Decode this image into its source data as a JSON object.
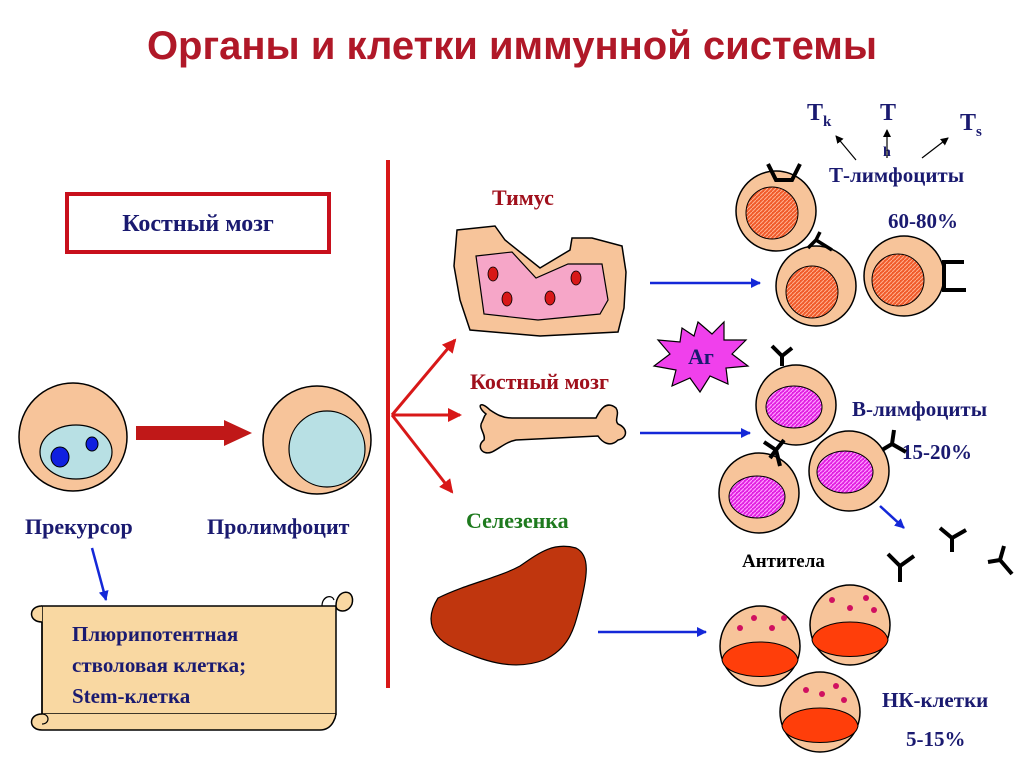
{
  "title": "Органы и клетки иммунной системы",
  "left": {
    "box_label": "Костный мозг",
    "precursor_label": "Прекурсор",
    "prolymphocyte_label": "Пролимфоцит",
    "scroll_lines": [
      "Плюрипотентная",
      "стволовая клетка;",
      "Stem-клетка"
    ]
  },
  "organs": {
    "thymus": "Тимус",
    "bone_marrow": "Костный мозг",
    "spleen": "Селезенка"
  },
  "antigen": "Аг",
  "t_cells": {
    "tk": "T",
    "tk_sub": "k",
    "th": "T",
    "th_sub": "h",
    "ts": "T",
    "ts_sub": "s",
    "label": "Т-лимфоциты",
    "percent": "60-80%"
  },
  "b_cells": {
    "label": "В-лимфоциты",
    "percent": "15-20%"
  },
  "antibodies_label": "Антитела",
  "nk_cells": {
    "label": "НК-клетки",
    "percent": "5-15%"
  },
  "colors": {
    "title": "#b01828",
    "dark_blue_text": "#1a1a70",
    "red_text": "#a0101c",
    "green_text": "#1e7a1e",
    "cell_body": "#f7c49a",
    "arrow_blue": "#1428d8",
    "arrow_red": "#d81818",
    "spleen": "#c0360e",
    "scroll_fill": "#f9d8a2"
  }
}
